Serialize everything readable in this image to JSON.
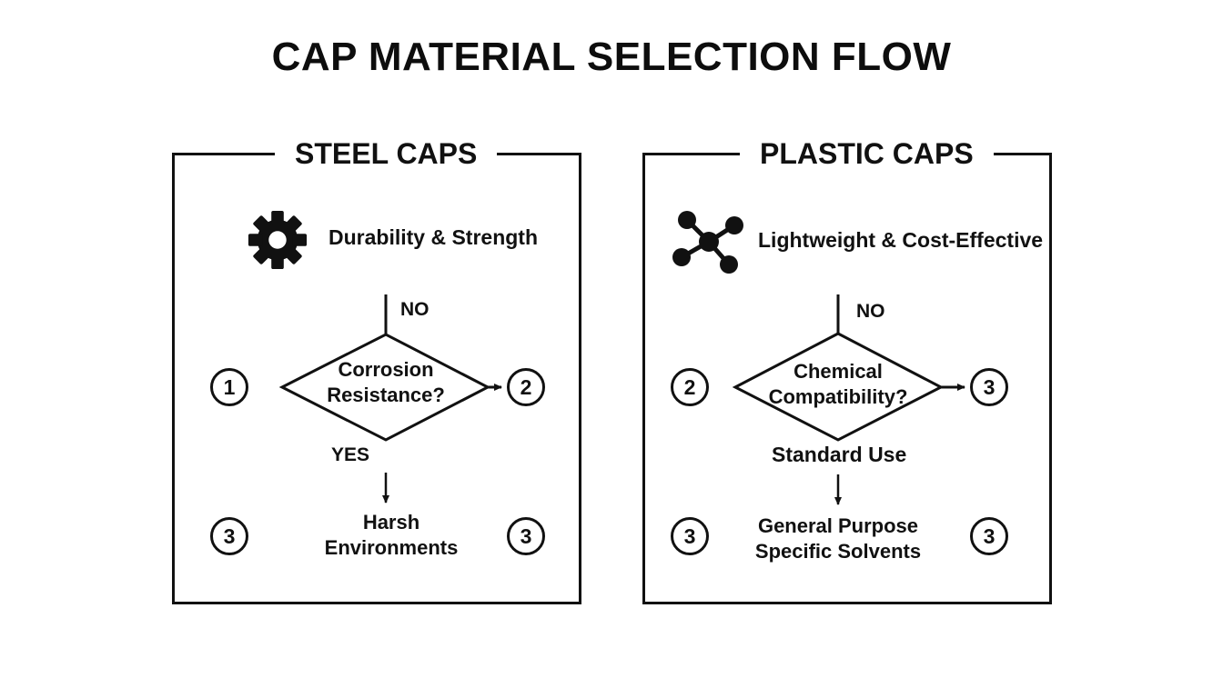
{
  "title": "CAP MATERIAL SELECTION FLOW",
  "panels": [
    {
      "heading": "STEEL CAPS",
      "icon": "gear-icon",
      "feature": "Durability & Strength",
      "no_label": "NO",
      "decision": [
        "Corrosion",
        "Resistance?"
      ],
      "yes_label": "YES",
      "left_step": "1",
      "right_step": "2",
      "outcome": [
        "Harsh",
        "Environments"
      ],
      "bottom_left_step": "3",
      "bottom_right_step": "3"
    },
    {
      "heading": "PLASTIC CAPS",
      "icon": "molecule-icon",
      "feature": "Lightweight & Cost-Effective",
      "no_label": "NO",
      "decision": [
        "Chemical",
        "Compatibility?"
      ],
      "yes_label": "Standard Use",
      "left_step": "2",
      "right_step": "3",
      "outcome": [
        "General Purpose",
        "Specific Solvents"
      ],
      "bottom_left_step": "3",
      "bottom_right_step": "3"
    }
  ]
}
